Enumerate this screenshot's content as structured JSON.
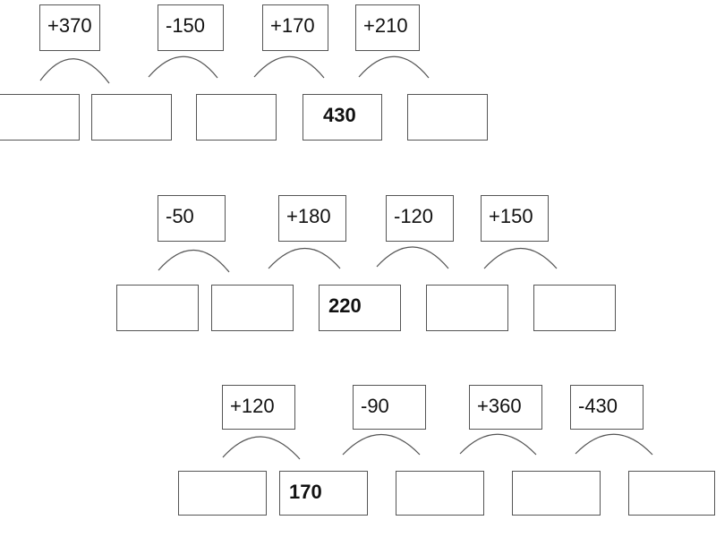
{
  "worksheets": [
    {
      "operations": [
        "+370",
        "-150",
        "+170",
        "+210"
      ],
      "cells": [
        "",
        "",
        "",
        "430",
        ""
      ]
    },
    {
      "operations": [
        "-50",
        "+180",
        "-120",
        "+150"
      ],
      "cells": [
        "",
        "",
        "220",
        "",
        ""
      ]
    },
    {
      "operations": [
        "+120",
        "-90",
        "+360",
        "-430"
      ],
      "cells": [
        "",
        "170",
        "",
        "",
        ""
      ]
    }
  ]
}
